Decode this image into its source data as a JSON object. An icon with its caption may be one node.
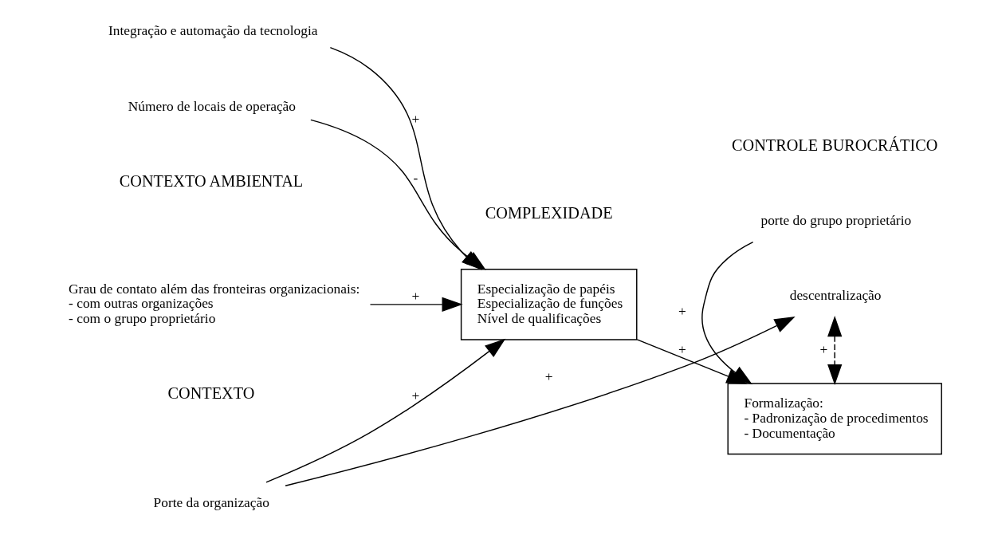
{
  "diagram": {
    "nodes": [
      {
        "text": [
          "Porte da organização"
        ]
      },
      {
        "text": [
          "Integração e automação da tecnologia"
        ]
      },
      {
        "text": [
          "Número de locais de operação"
        ]
      },
      {
        "text": [
          "Grau de contato além das fronteiras organizacionais:",
          "- com outras organizações",
          "- com o grupo proprietário"
        ]
      },
      {
        "text": [
          "Especialização de papéis",
          "Especialização de funções",
          "Nível de qualificações"
        ]
      },
      {
        "text": [
          "descentralização"
        ]
      },
      {
        "text": [
          "Formalização:",
          "- Padronização de procedimentos",
          "- Documentação"
        ]
      },
      {
        "text": [
          "porte do grupo proprietário"
        ]
      }
    ],
    "edges": [
      {
        "from": 0,
        "to": 4,
        "arrow": "to",
        "label": "+"
      },
      {
        "from": 0,
        "to": 5,
        "arrow": "to",
        "label": "+"
      },
      {
        "from": 1,
        "to": 4,
        "arrow": "to",
        "label": "+"
      },
      {
        "from": 2,
        "to": 4,
        "arrow": "to",
        "label": "-"
      },
      {
        "from": 3,
        "to": 4,
        "arrow": "to",
        "label": "+"
      },
      {
        "from": 4,
        "to": 6,
        "arrow": "to",
        "label": "+"
      },
      {
        "from": 5,
        "to": 6,
        "arrow": "both",
        "label": "+",
        "style": "dashed"
      },
      {
        "from": 7,
        "to": 6,
        "arrow": "to",
        "label": "+"
      }
    ],
    "labels": [
      "CONTEXTO",
      "COMPLEXIDADE",
      "CONTROLE BUROCRÁTICO",
      "CONTEXTO AMBIENTAL"
    ]
  }
}
